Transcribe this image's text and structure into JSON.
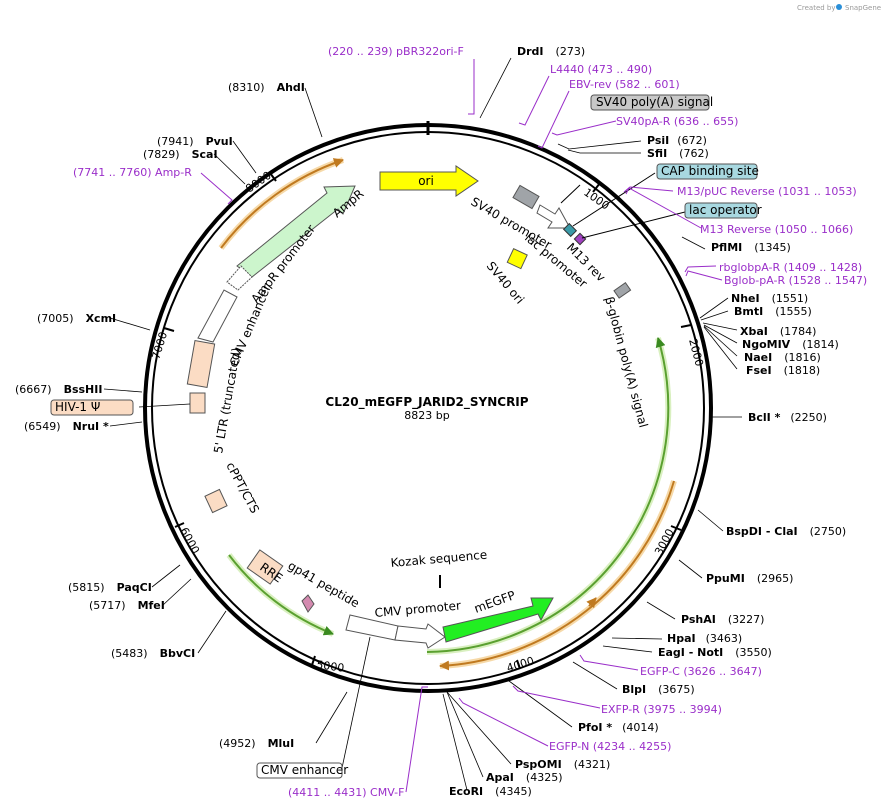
{
  "credit": {
    "text": "Created by",
    "brand": "SnapGene"
  },
  "plasmid": {
    "name": "CL20_mEGFP_JARID2_SYNCRIP",
    "length": "8823 bp"
  },
  "ticks": [
    "1000",
    "2000",
    "3000",
    "4000",
    "5000",
    "6000",
    "7000",
    "8000"
  ],
  "sites": [
    {
      "name": "DrdI",
      "pos": "(273)"
    },
    {
      "name": "PsiI",
      "pos": "(672)"
    },
    {
      "name": "SfiI",
      "pos": "(762)"
    },
    {
      "name": "PflMI",
      "pos": "(1345)"
    },
    {
      "name": "NheI",
      "pos": "(1551)"
    },
    {
      "name": "BmtI",
      "pos": "(1555)"
    },
    {
      "name": "XbaI",
      "pos": "(1784)"
    },
    {
      "name": "NgoMIV",
      "pos": "(1814)"
    },
    {
      "name": "NaeI",
      "pos": "(1816)"
    },
    {
      "name": "FseI",
      "pos": "(1818)"
    },
    {
      "name": "BclI *",
      "pos": "(2250)"
    },
    {
      "name": "BspDI  - ClaI",
      "pos": "(2750)"
    },
    {
      "name": "PpuMI",
      "pos": "(2965)"
    },
    {
      "name": "PshAI",
      "pos": "(3227)"
    },
    {
      "name": "HpaI",
      "pos": "(3463)"
    },
    {
      "name": "EagI  - NotI",
      "pos": "(3550)"
    },
    {
      "name": "BlpI",
      "pos": "(3675)"
    },
    {
      "name": "PfoI *",
      "pos": "(4014)"
    },
    {
      "name": "PspOMI",
      "pos": "(4321)"
    },
    {
      "name": "ApaI",
      "pos": "(4325)"
    },
    {
      "name": "EcoRI",
      "pos": "(4345)"
    },
    {
      "name": "MluI",
      "pos": "(4952)"
    },
    {
      "name": "BbvCI",
      "pos": "(5483)"
    },
    {
      "name": "MfeI",
      "pos": "(5717)"
    },
    {
      "name": "PaqCI",
      "pos": "(5815)"
    },
    {
      "name": "NruI *",
      "pos": "(6549)"
    },
    {
      "name": "BssHII",
      "pos": "(6667)"
    },
    {
      "name": "XcmI",
      "pos": "(7005)"
    },
    {
      "name": "ScaI",
      "pos": "(7829)"
    },
    {
      "name": "PvuI",
      "pos": "(7941)"
    },
    {
      "name": "AhdI",
      "pos": "(8310)"
    }
  ],
  "primers": [
    {
      "text": "(220 .. 239)  pBR322ori-F"
    },
    {
      "text": "L4440   (473 .. 490)"
    },
    {
      "text": "EBV-rev   (582 .. 601)"
    },
    {
      "text": "SV40pA-R   (636 .. 655)"
    },
    {
      "text": "M13/pUC Reverse   (1031 .. 1053)"
    },
    {
      "text": "M13 Reverse   (1050 .. 1066)"
    },
    {
      "text": "rbglobpA-R   (1409 .. 1428)"
    },
    {
      "text": "Bglob-pA-R   (1528 .. 1547)"
    },
    {
      "text": "EGFP-C   (3626 .. 3647)"
    },
    {
      "text": "EXFP-R   (3975 .. 3994)"
    },
    {
      "text": "EGFP-N   (4234 .. 4255)"
    },
    {
      "text": "(4411 .. 4431)  CMV-F"
    },
    {
      "text": "(7741 .. 7760)  Amp-R"
    }
  ],
  "boxed": [
    {
      "text": "SV40 poly(A) signal",
      "fill": "#c8c8c8"
    },
    {
      "text": "CAP binding site",
      "fill": "#a8d8e0"
    },
    {
      "text": "lac operator",
      "fill": "#a8d8e0"
    },
    {
      "text": "HIV-1 Ψ",
      "fill": "#fbdcc4"
    },
    {
      "text": "CMV enhancer",
      "fill": "#ffffff"
    }
  ],
  "features": {
    "ori": "ori",
    "sv40_promoter": "SV40 promoter",
    "lac_promoter": "lac promoter",
    "m13_rev": "M13 rev",
    "sv40_ori": "SV40 ori",
    "bglobin": "β-globin poly(A) signal",
    "kozak": "Kozak sequence",
    "megfp": "mEGFP",
    "cmv_promoter": "CMV promoter",
    "gp41": "gp41 peptide",
    "rre": "RRE",
    "cppt": "cPPT/CTS",
    "ltr": "5' LTR (truncated)",
    "cmv_enhancer": "CMV enhancer",
    "ampr_promoter": "AmpR promoter",
    "ampr": "AmpR"
  },
  "colors": {
    "backbone": "#000000",
    "ori": "#ffff00",
    "ampr": "#ccf5cc",
    "megfp": "#22ee22",
    "orange_arc": "#f0b060",
    "green_arc": "#a8e070",
    "primer": "#9a2ec9",
    "ltr": "#fbdcc4",
    "grey_feature": "#a0a4a8",
    "teal_feature": "#3a9aa8"
  }
}
